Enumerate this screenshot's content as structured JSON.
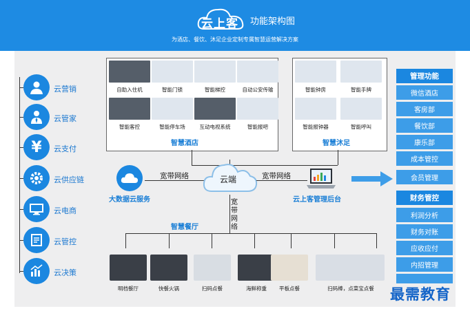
{
  "header": {
    "logo_text": "云上客",
    "title": "功能架构图",
    "subtitle": "为酒店、餐饮、沐足企业定制专属智慧运营解决方案"
  },
  "left_nav": [
    {
      "label": "云营销",
      "icon": "person-icon"
    },
    {
      "label": "云管家",
      "icon": "manager-icon"
    },
    {
      "label": "云支付",
      "icon": "yen-icon"
    },
    {
      "label": "云供应链",
      "icon": "gear-icon"
    },
    {
      "label": "云电商",
      "icon": "monitor-icon"
    },
    {
      "label": "云管控",
      "icon": "checklist-icon"
    },
    {
      "label": "云决策",
      "icon": "bar-chart-icon"
    }
  ],
  "hotel": {
    "title": "智慧酒店",
    "items": [
      "自助入住机",
      "智能门锁",
      "智能梯控",
      "自动公安传输",
      "智能客控",
      "智能停车场",
      "互动电视系统",
      "智能报吧"
    ]
  },
  "foot": {
    "title": "智慧沐足",
    "items": [
      "智能钟房",
      "智能手牌",
      "智能报钟器",
      "智能呼叫"
    ]
  },
  "center": {
    "cloud_label": "云端",
    "big_data": "大数据云服务",
    "link_left": "宽带网络",
    "link_right": "宽带网络",
    "link_down": "宽带网络",
    "backend": "云上客管理后台",
    "restaurant_title": "智慧餐厅"
  },
  "restaurant": {
    "items": [
      "明档餐厅",
      "快餐火锅",
      "扫码点餐",
      "海鲜称重",
      "平板点餐",
      "扫码棒，点菜宝点餐"
    ]
  },
  "management": {
    "title": "管理功能",
    "items": [
      "微信酒店",
      "客房部",
      "餐饮部",
      "康乐部",
      "成本管控",
      "会员管理"
    ]
  },
  "finance": {
    "title": "财务管控",
    "items": [
      "利润分析",
      "财务对账",
      "应收应付",
      "内招管理"
    ]
  },
  "watermark": "最需教育"
}
